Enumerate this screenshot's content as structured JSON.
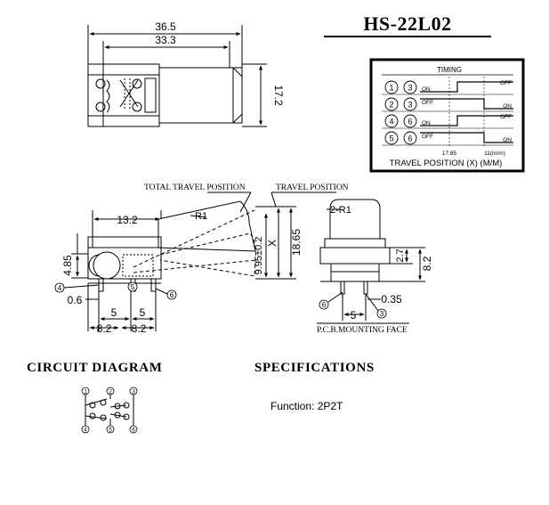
{
  "title": "HS-22L02",
  "top_view": {
    "width_outer": "36.5",
    "width_inner": "33.3",
    "height": "17.2"
  },
  "timing": {
    "header": "TIMING",
    "rows": [
      {
        "a": "1",
        "b": "3",
        "upper": "",
        "lower": "ON",
        "right": "OFF"
      },
      {
        "a": "2",
        "b": "3",
        "upper": "OFF",
        "lower": "",
        "right": "ON"
      },
      {
        "a": "4",
        "b": "6",
        "upper": "",
        "lower": "ON",
        "right": "OFF"
      },
      {
        "a": "5",
        "b": "6",
        "upper": "OFF",
        "lower": "",
        "right": "ON"
      }
    ],
    "tick_1": "17.85",
    "tick_2": "11(m/m)",
    "axis_label": "TRAVEL POSITION (X) (M/M)"
  },
  "side_view": {
    "total_travel_label": "TOTAL TRAVEL POSITION",
    "travel_label": "TRAVEL POSITION",
    "r1": "R1",
    "dim_13_2": "13.2",
    "dim_4_85": "4.85",
    "dim_0_6": "0.6",
    "dim_5a": "5",
    "dim_5b": "5",
    "dim_8_2a": "8.2",
    "dim_8_2b": "8.2",
    "dim_9_95": "9.95±0.2",
    "dim_x": "X",
    "dim_18_65": "18.65",
    "pin_4": "4",
    "pin_5": "5",
    "pin_6": "6"
  },
  "end_view": {
    "r1": "2-R1",
    "dim_2_7": "2.7",
    "dim_8_2": "8.2",
    "dim_0_35": "0.35",
    "dim_5": "5",
    "pin_6": "6",
    "pin_3": "3",
    "pcb_label": "P.C.B.MOUNTING FACE"
  },
  "circuit": {
    "heading": "CIRCUIT DIAGRAM",
    "pins": [
      "1",
      "2",
      "3",
      "4",
      "5",
      "6"
    ]
  },
  "specifications": {
    "heading": "SPECIFICATIONS",
    "function_text": "Function: 2P2T"
  }
}
